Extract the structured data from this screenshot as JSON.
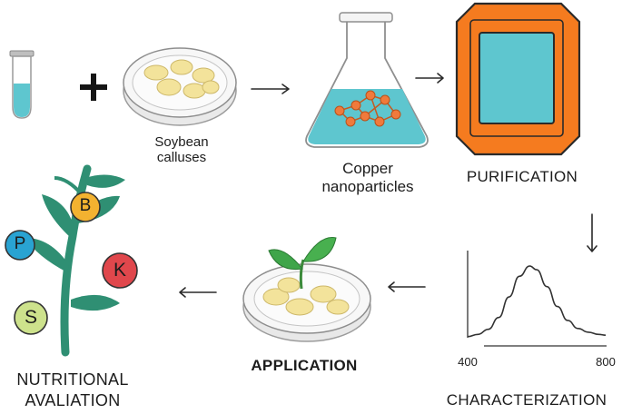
{
  "labels": {
    "soybean": "Soybean\ncalluses",
    "copper": "Copper\nnanoparticles",
    "purification": "PURIFICATION",
    "characterization": "CHARACTERIZATION",
    "application": "APPLICATION",
    "nutritional": "NUTRITIONAL\nAVALIATION"
  },
  "nutrients": [
    "B",
    "P",
    "K",
    "S"
  ],
  "chart_data": {
    "type": "line",
    "x_ticks": [
      "400",
      "800"
    ],
    "xlim": [
      400,
      800
    ],
    "ylim": [
      0,
      1
    ],
    "series": [
      {
        "x": [
          400,
          430,
          460,
          490,
          520,
          550,
          580,
          600,
          630,
          660,
          690,
          720,
          750,
          780,
          800
        ],
        "values": [
          0.04,
          0.07,
          0.14,
          0.3,
          0.58,
          0.86,
          1.0,
          0.95,
          0.72,
          0.45,
          0.26,
          0.15,
          0.1,
          0.07,
          0.06
        ]
      }
    ]
  },
  "colors": {
    "liquid": "#5ec6cf",
    "copper": "#f07a3c",
    "frame": "#f57b1f",
    "leaf": "#2f8f73",
    "sprout": "#3fa54a",
    "callus": "#f3e39b"
  }
}
